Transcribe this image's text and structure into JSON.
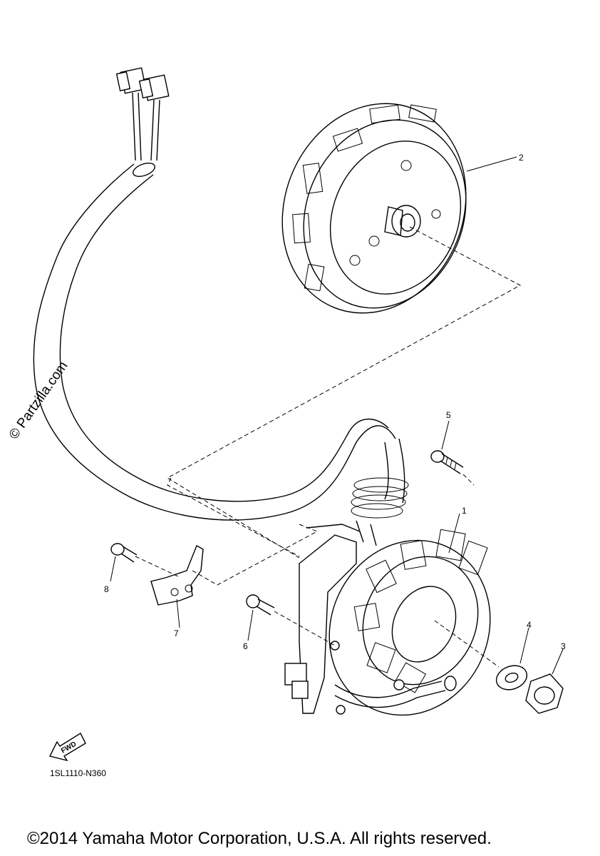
{
  "watermark": "© Partzilla.com",
  "callouts": [
    {
      "id": "1",
      "part": "stator"
    },
    {
      "id": "2",
      "part": "rotor"
    },
    {
      "id": "3",
      "part": "nut"
    },
    {
      "id": "4",
      "part": "washer"
    },
    {
      "id": "5",
      "part": "bolt"
    },
    {
      "id": "6",
      "part": "bolt"
    },
    {
      "id": "7",
      "part": "clamp"
    },
    {
      "id": "8",
      "part": "bolt"
    }
  ],
  "fwd_label": "FWD",
  "diagram_code": "1SL1110-N360",
  "copyright": "©2014 Yamaha Motor Corporation, U.S.A. All rights reserved."
}
